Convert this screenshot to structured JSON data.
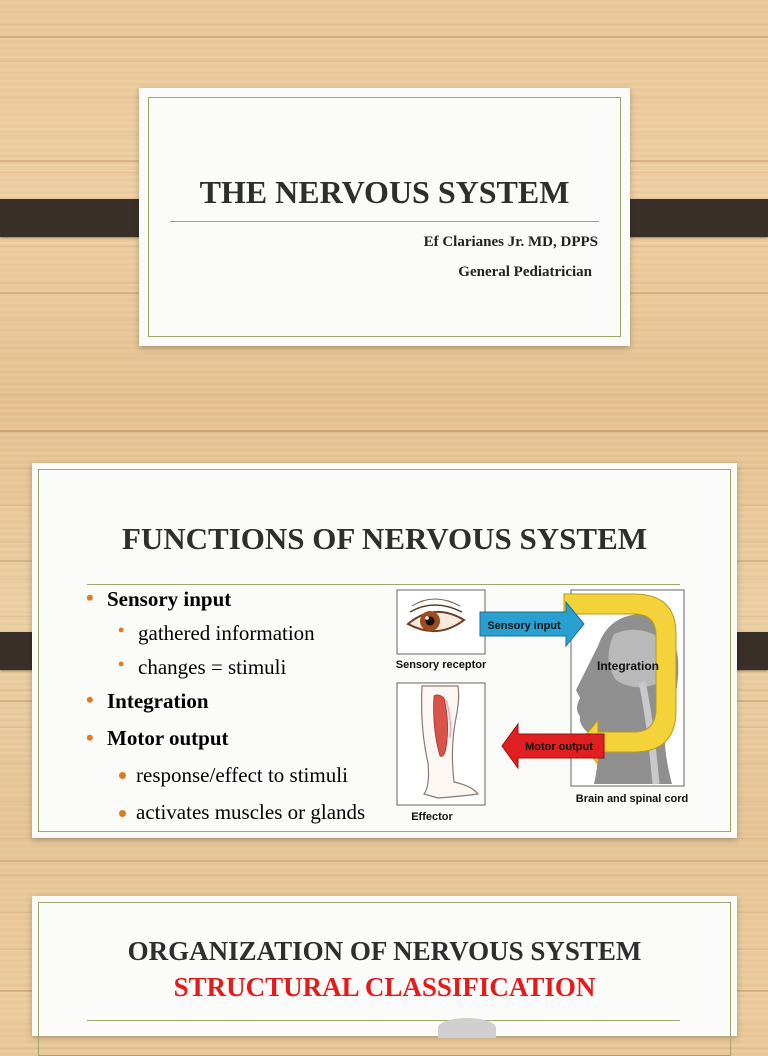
{
  "slide1": {
    "title": "THE NERVOUS SYSTEM",
    "author": "Ef Clarianes Jr. MD, DPPS",
    "role": "General Pediatrician"
  },
  "slide2": {
    "title": "FUNCTIONS OF NERVOUS SYSTEM",
    "bullets": [
      {
        "text": "Sensory input",
        "bold": true
      },
      {
        "text": "gathered information",
        "sub": true
      },
      {
        "text": "changes = stimuli",
        "sub": true
      },
      {
        "text": "Integration",
        "bold": true
      },
      {
        "text": "Motor output",
        "bold": true
      },
      {
        "text": "response/effect to stimuli",
        "sub": true
      },
      {
        "text": "activates muscles or glands",
        "sub": true
      }
    ],
    "diagram": {
      "sensory_input": "Sensory input",
      "integration": "Integration",
      "motor_output": "Motor output",
      "sensory_receptor": "Sensory receptor",
      "effector": "Effector",
      "brain": "Brain and spinal cord"
    }
  },
  "slide3": {
    "title": "ORGANIZATION OF NERVOUS SYSTEM",
    "subtitle": "STRUCTURAL CLASSIFICATION"
  },
  "colors": {
    "bullet": "#e07a1f",
    "accent_red": "#e31b1b",
    "frame": "#9aa86a",
    "arrow_blue": "#2aa0d0",
    "arrow_red": "#e02020",
    "arrow_yellow": "#f3d23a"
  }
}
